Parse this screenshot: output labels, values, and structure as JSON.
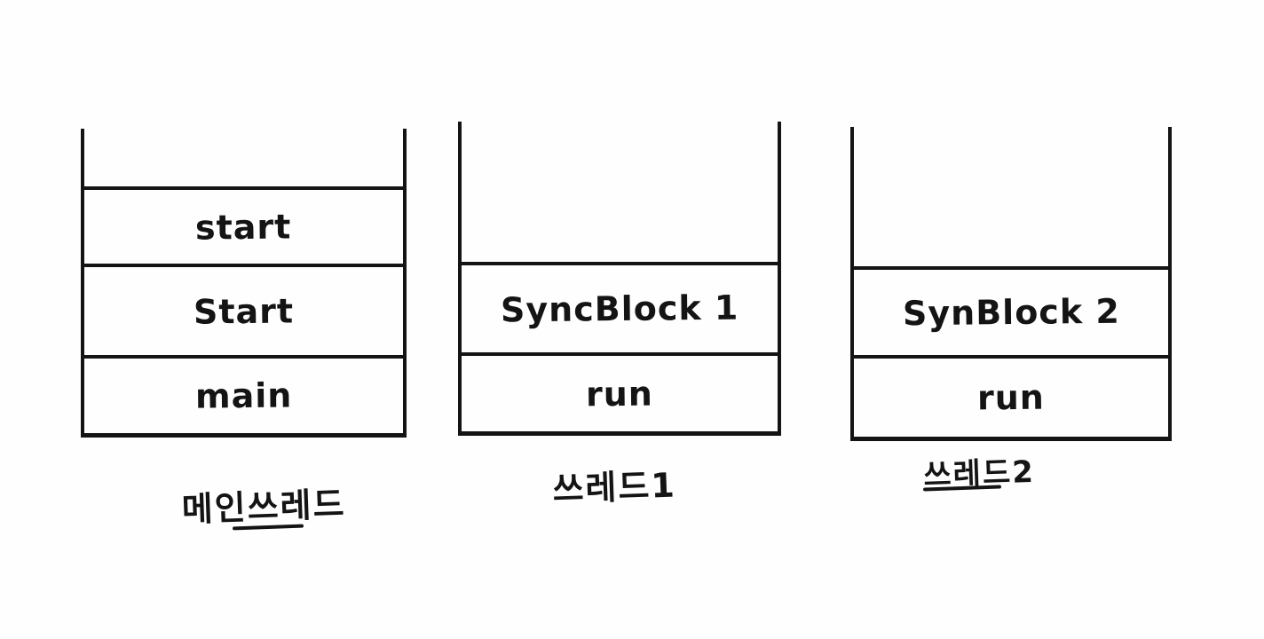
{
  "diagram": {
    "description_colors": {
      "ink": "#141414",
      "background": "#fefefe"
    },
    "stacks": [
      {
        "label": "메인쓰레드",
        "frames": [
          "start",
          "Start",
          "main"
        ]
      },
      {
        "label": "쓰레드1",
        "frames": [
          "SyncBlock 1",
          "run"
        ]
      },
      {
        "label": "쓰레드2",
        "frames": [
          "SynBlock 2",
          "run"
        ]
      }
    ]
  }
}
